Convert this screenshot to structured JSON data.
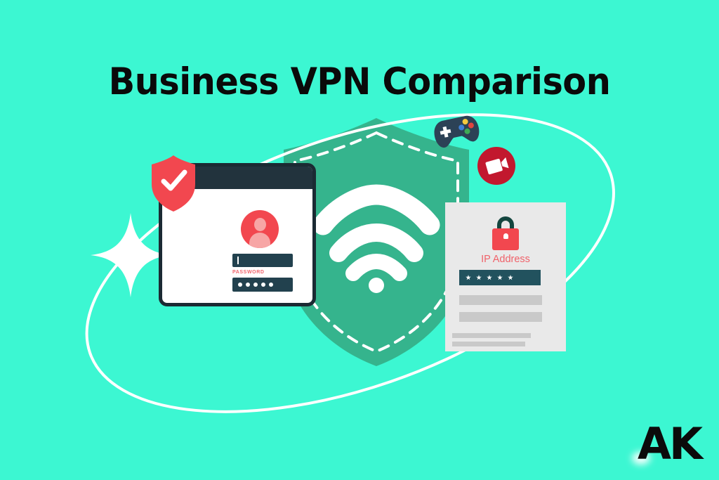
{
  "page": {
    "title": "Business VPN Comparison",
    "background_color": "#3CF7D2",
    "title_color": "#0A0A0A"
  },
  "illustration": {
    "name": "vpn-security-illustration",
    "orbit_ring": {
      "name": "orbit-ellipse",
      "color": "#FFFFFF"
    },
    "sparkle": {
      "name": "sparkle-star",
      "color": "#FFFFFF"
    },
    "shield": {
      "name": "main-shield",
      "fill": "#35B48D",
      "dash_border_color": "#FFFFFF",
      "icon": "wifi-icon",
      "icon_color": "#FFFFFF"
    },
    "login_window": {
      "name": "login-window",
      "titlebar_color": "#22333D",
      "border_color": "#1B2A33",
      "background": "#FFFFFF",
      "check_shield": {
        "name": "check-shield-badge",
        "color": "#F2474F",
        "icon": "check-icon"
      },
      "avatar": {
        "name": "user-avatar",
        "circle_color": "#F2474F",
        "silhouette_color": "#F7A6A6"
      },
      "username_field": {
        "name": "username-field",
        "value": "",
        "placeholder": "",
        "field_color": "#22414E"
      },
      "password_label": "PASSWORD",
      "password_label_color": "#F0636B",
      "password_field": {
        "name": "password-field",
        "masked_value": "•••••",
        "dot_count": 5,
        "field_color": "#22414E"
      }
    },
    "ip_card": {
      "name": "ip-address-card",
      "background": "#E9E9E9",
      "lock": {
        "name": "padlock-icon",
        "shackle_color": "#14463F",
        "body_color": "#F2474F"
      },
      "label": "IP Address",
      "label_color": "#F0626A",
      "ip_field": {
        "name": "ip-address-field",
        "masked_value": "*****",
        "dot_count": 5,
        "field_color": "#22525E"
      },
      "placeholder_bars": 4,
      "placeholder_bar_color": "#C9C9C9"
    },
    "gamepad": {
      "name": "gamepad-icon",
      "body_color": "#2C4256",
      "dpad_color": "#FFFFFF",
      "buttons": [
        "#F5C93F",
        "#3D7FD6",
        "#E0453F",
        "#3FAA55"
      ]
    },
    "video_badge": {
      "name": "video-camera-badge",
      "circle_color": "#C2182E",
      "icon": "video-camera-icon",
      "icon_color": "#FFFFFF"
    }
  },
  "logo": {
    "name": "ak-logo",
    "text": "AK",
    "color": "#0B0B0B"
  }
}
